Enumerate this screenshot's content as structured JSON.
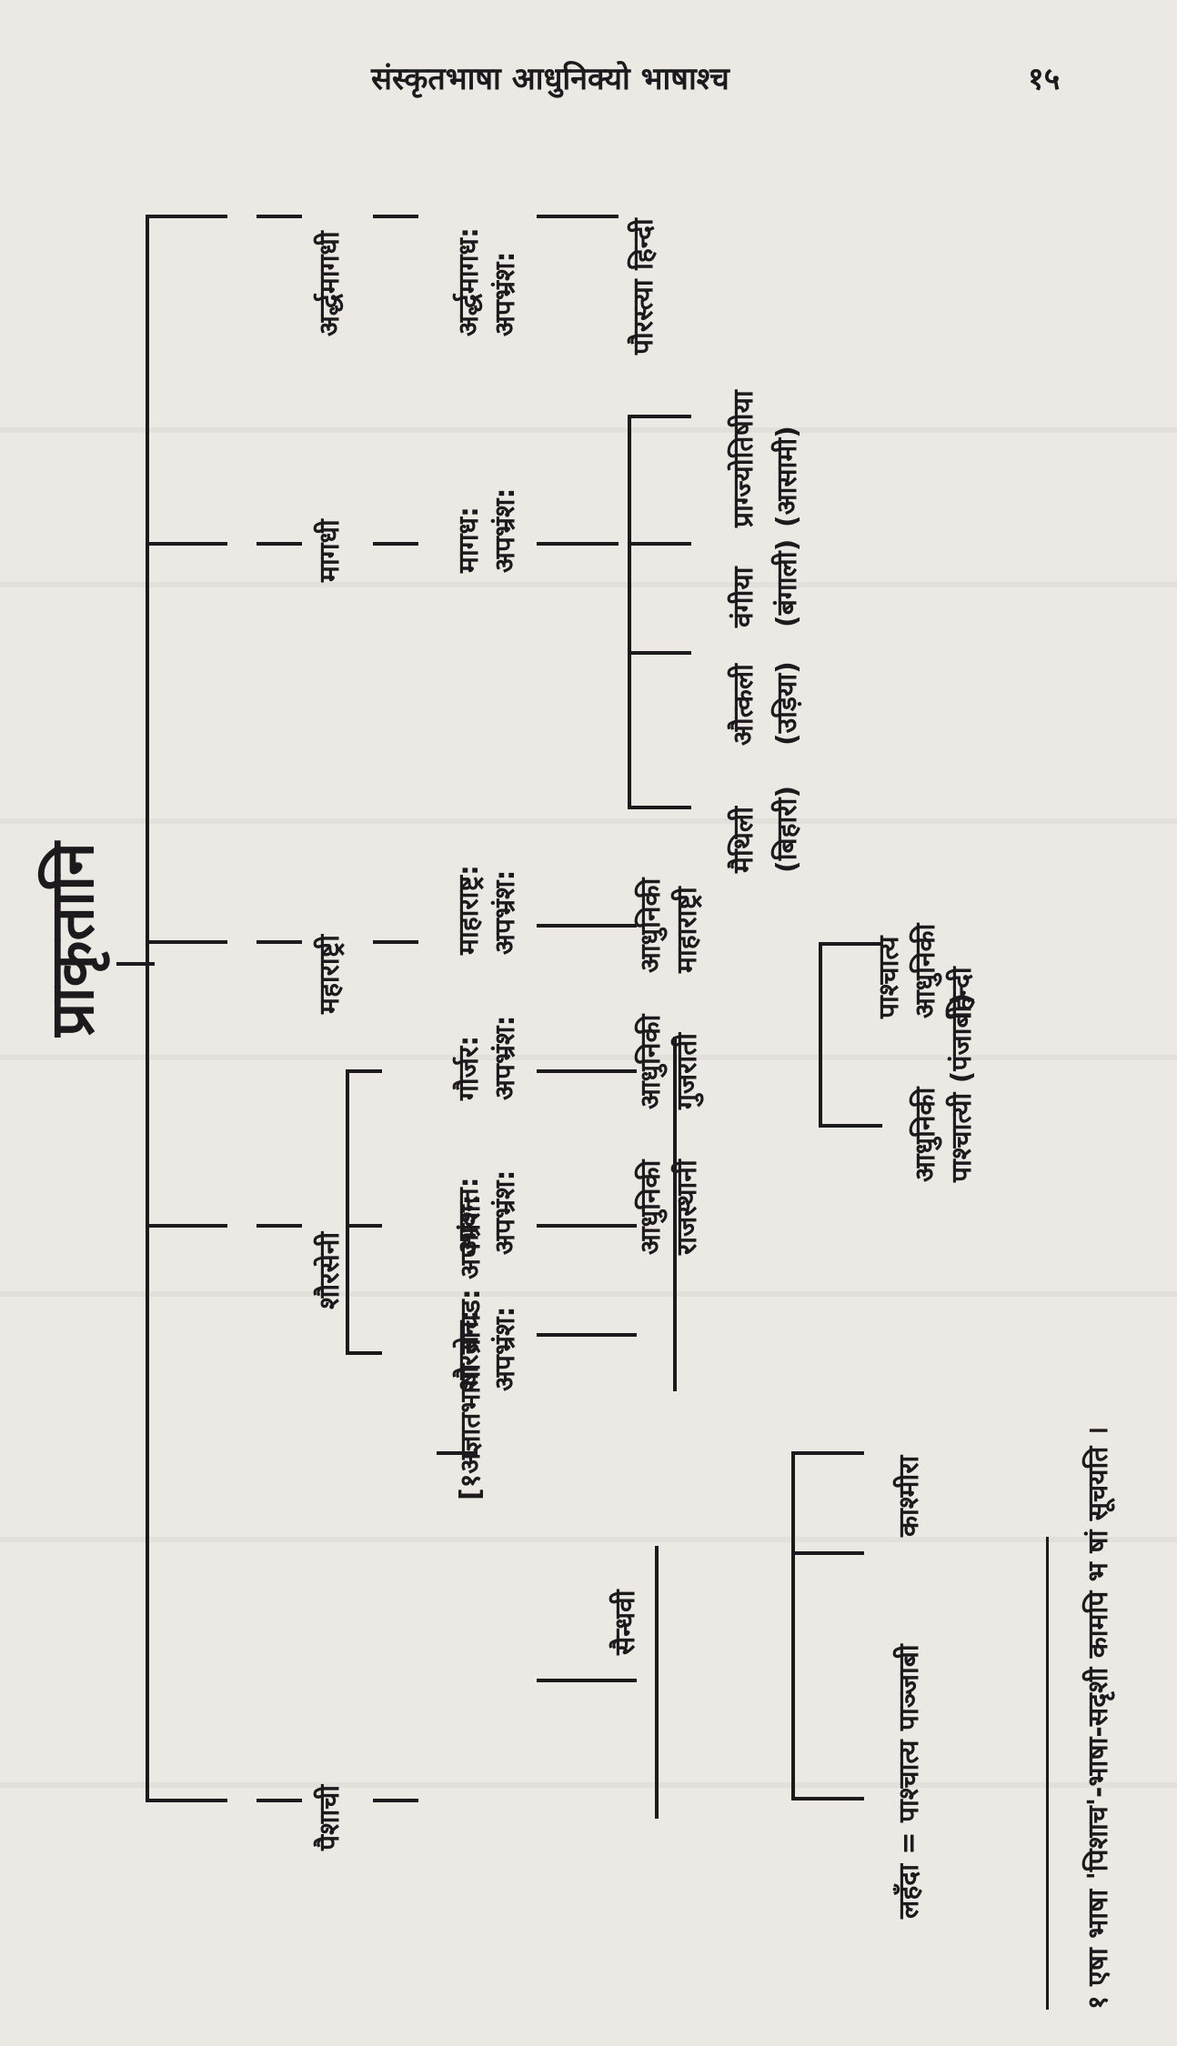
{
  "header": {
    "title": "संस्कृतभाषा आधुनिक्यो भाषाश्च",
    "page_number": "१५"
  },
  "tree": {
    "title": "प्राकृतानि",
    "prakrits": [
      "पैशाची",
      "शौरसेनी",
      "महाराष्ट्री",
      "मागधी",
      "अर्द्धमागधी"
    ],
    "apabhramsha": {
      "vrachada": "[१अज्ञातभाषा ब्राचड: अपभ्रंश:",
      "shaurasena_1": "शौरसेन:",
      "shaurasena_2": "अपभ्रंश:",
      "avanta_1": "आवन्त:",
      "avanta_2": "अपभ्रंश:",
      "gaurjara_1": "गौर्जर:",
      "gaurjara_2": "अपभ्रंश:",
      "maharashtra_1": "माहाराष्ट्र:",
      "maharashtra_2": "अपभ्रंश:",
      "magadha_1": "मागध:",
      "magadha_2": "अपभ्रंश:",
      "ardhamagadha_1": "अर्द्धमागध:",
      "ardhamagadha_2": "अपभ्रंश:"
    },
    "modern": {
      "sindhi": "सैन्धवी",
      "lahnda": "लहँदा = पाश्चात्य पाञ्जाबी",
      "kashmiri": "काश्मीरा",
      "rajasthani_1": "आधुनिकी",
      "rajasthani_2": "राजस्थानी",
      "gujarati_1": "आधुनिकी",
      "gujarati_2": "गुजराती",
      "marathi_1": "आधुनिकी",
      "marathi_2": "माहाराष्ट्री",
      "punjabi_1": "आधुनिकी",
      "punjabi_2": "पाश्चात्यी (पंजाबी)",
      "west_hindi_1": "पाश्चात्य",
      "west_hindi_2": "आधुनिकी",
      "west_hindi_3": "हिन्दी",
      "maithili_1": "मैथिली",
      "maithili_2": "(बिहारी)",
      "odia_1": "औत्कली",
      "odia_2": "(उड़िया)",
      "bengali_1": "वंगीया",
      "bengali_2": "(बंगाली)",
      "assamese_1": "प्राग्ज्योतिषीया",
      "assamese_2": "(आसामी)",
      "east_hindi": "पौरस्त्या हिन्दी"
    }
  },
  "footnote": "१ एषा भाषा 'पिशाच'-भाषा-सदृशी कामपि भ षां सूचयति ।"
}
